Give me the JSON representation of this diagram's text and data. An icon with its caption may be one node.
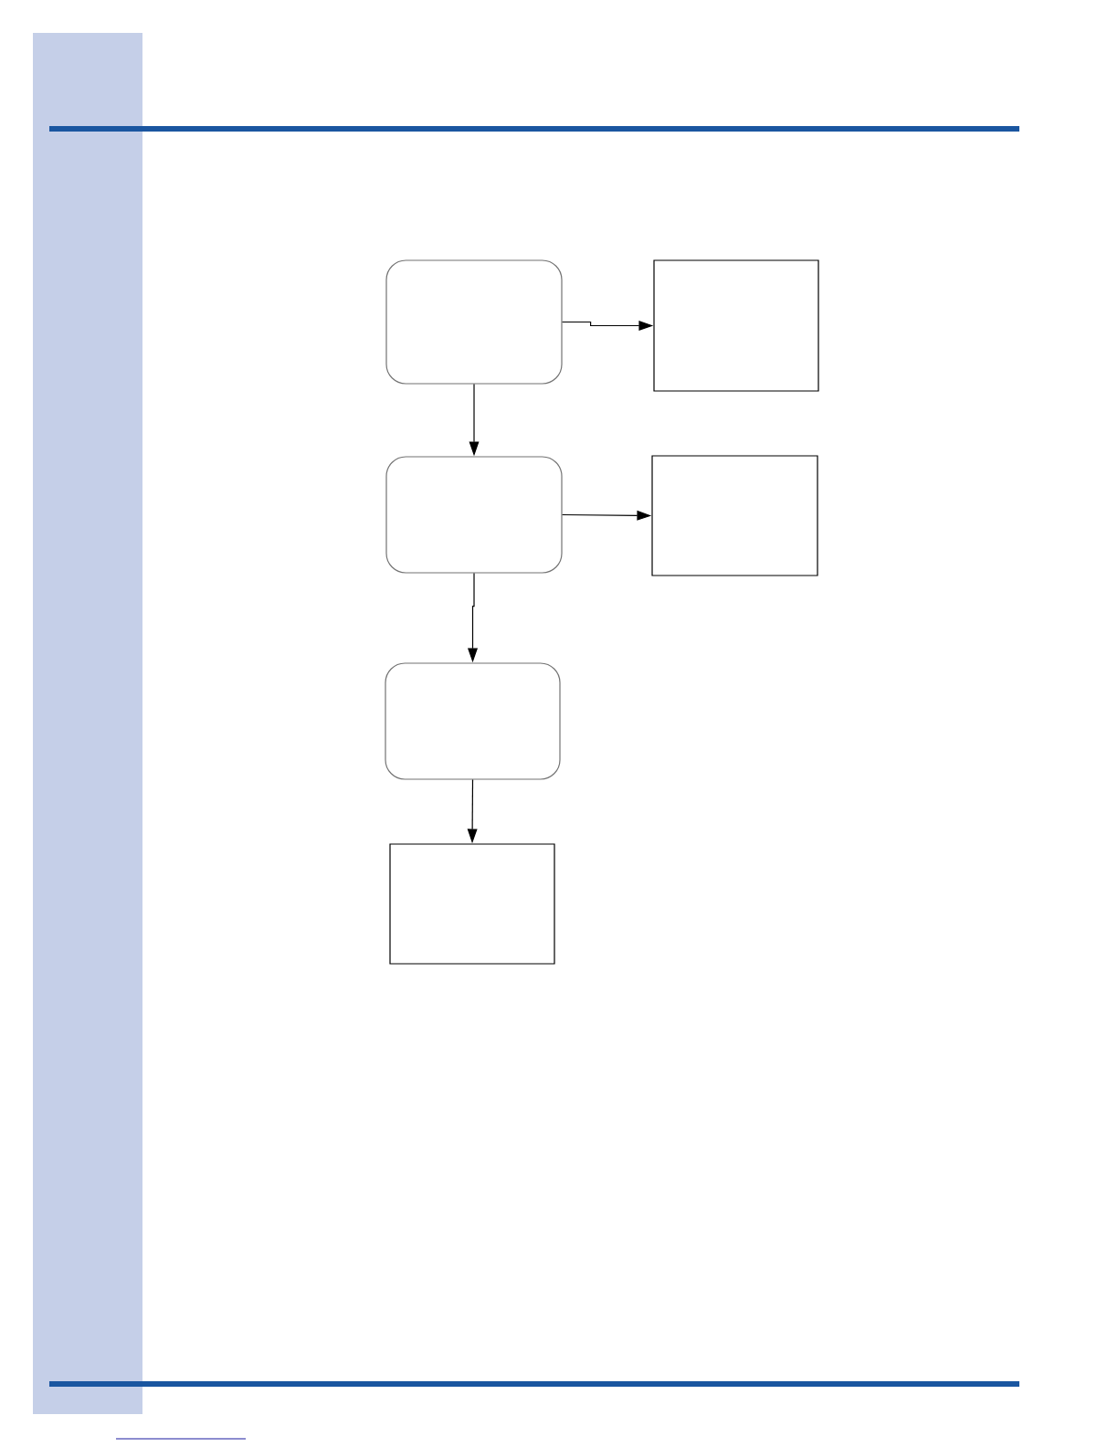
{
  "diagram": {
    "nodes": [
      {
        "text": [],
        "shape": "rounded"
      },
      {
        "text": [],
        "shape": "box"
      },
      {
        "text": [],
        "shape": "rounded"
      },
      {
        "text": [],
        "shape": "box"
      },
      {
        "text": [],
        "shape": "rounded"
      },
      {
        "text": [],
        "shape": "box"
      }
    ],
    "edges": [
      {
        "from": 0,
        "to": 1,
        "arrow": "to"
      },
      {
        "from": 0,
        "to": 2,
        "arrow": "to"
      },
      {
        "from": 2,
        "to": 3,
        "arrow": "to"
      },
      {
        "from": 2,
        "to": 4,
        "arrow": "to"
      },
      {
        "from": 4,
        "to": 5,
        "arrow": "to"
      }
    ]
  }
}
